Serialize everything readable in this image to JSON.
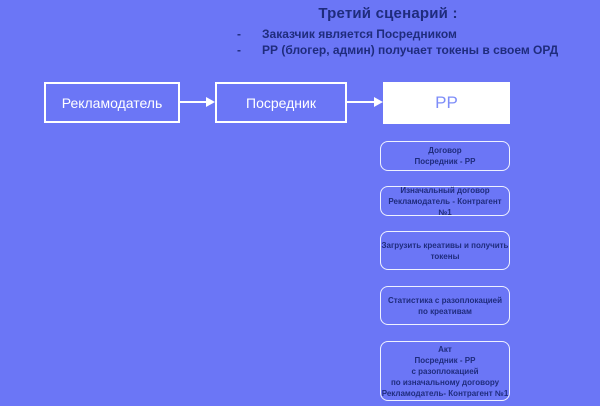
{
  "slide": {
    "title": "Третий сценарий :",
    "bullets": [
      {
        "marker": "-",
        "text": "Заказчик является Посредником"
      },
      {
        "marker": "-",
        "text": "РР (блогер, админ) получает токены в своем ОРД"
      }
    ],
    "colors": {
      "background": "#6B76F6",
      "dark_text": "#1F2C7D",
      "node_border": "#FFFFFF",
      "node_text": "#FFFFFF",
      "pp_node_background": "#FFFFFF",
      "pp_node_text": "#7E8DF8",
      "arrow": "#FFFFFF"
    }
  },
  "flow": {
    "nodes": [
      {
        "label": "Рекламодатель"
      },
      {
        "label": "Посредник"
      },
      {
        "label": "РР"
      }
    ],
    "pp_documents": [
      {
        "lines": [
          "Договор",
          "Посредник - РР"
        ]
      },
      {
        "lines": [
          "Изначальный договор",
          "Рекламодатель - Контрагент №1"
        ]
      },
      {
        "lines": [
          "Загрузить креативы и получить",
          "токены"
        ]
      },
      {
        "lines": [
          "Статистика с разоплокацией",
          "по креативам"
        ]
      },
      {
        "lines": [
          "Акт",
          "Посредник - РР",
          "с разоплокацией",
          "по изначальному договору",
          "Рекламодатель- Контрагент №1"
        ]
      }
    ]
  }
}
